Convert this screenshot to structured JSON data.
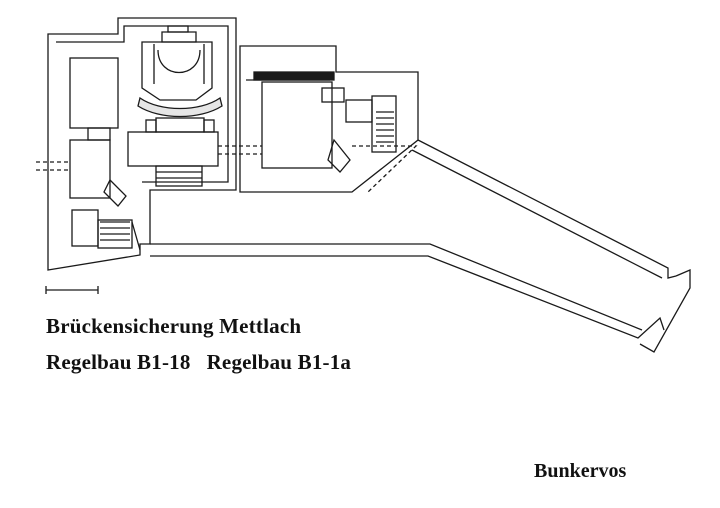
{
  "diagram": {
    "title": "Brückensicherung  Mettlach",
    "subtitle_left": "Regelbau  B1-18",
    "subtitle_right": "Regelbau  B1-1a",
    "credit": "Bunkervos",
    "ink_color": "#1a1a1a",
    "fill_color": "#ffffff"
  }
}
